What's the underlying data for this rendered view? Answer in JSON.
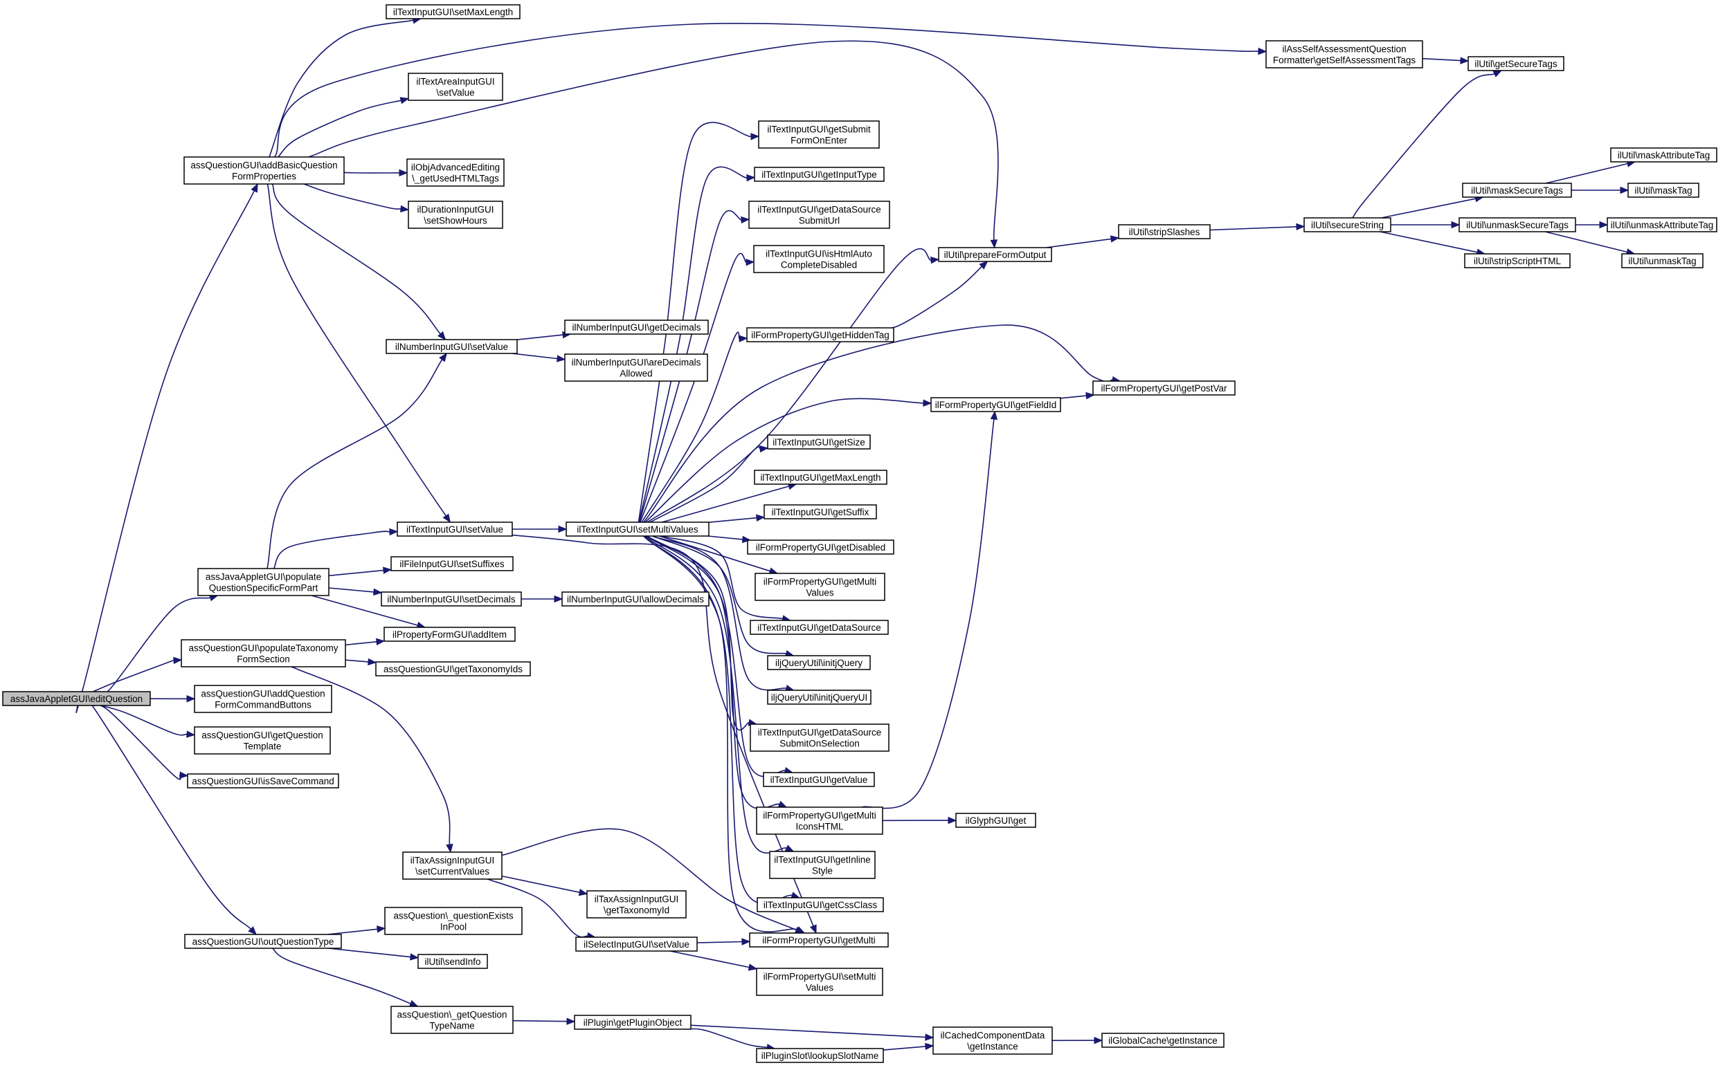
{
  "nodes": [
    {
      "id": "n0",
      "label": [
        "assJavaAppletGUI\\editQuestion"
      ],
      "root": true
    },
    {
      "id": "n1",
      "label": [
        "assQuestionGUI\\addBasicQuestion",
        "FormProperties"
      ]
    },
    {
      "id": "n2",
      "label": [
        "assJavaAppletGUI\\populate",
        "QuestionSpecificFormPart"
      ]
    },
    {
      "id": "n3",
      "label": [
        "assQuestionGUI\\populateTaxonomy",
        "FormSection"
      ]
    },
    {
      "id": "n4",
      "label": [
        "assQuestionGUI\\addQuestion",
        "FormCommandButtons"
      ]
    },
    {
      "id": "n5",
      "label": [
        "assQuestionGUI\\getQuestion",
        "Template"
      ]
    },
    {
      "id": "n6",
      "label": [
        "assQuestionGUI\\isSaveCommand"
      ]
    },
    {
      "id": "n7",
      "label": [
        "assQuestionGUI\\outQuestionType"
      ]
    },
    {
      "id": "n8",
      "label": [
        "ilTextInputGUI\\setMaxLength"
      ]
    },
    {
      "id": "n9",
      "label": [
        "ilTextAreaInputGUI",
        "\\setValue"
      ]
    },
    {
      "id": "n10",
      "label": [
        "ilObjAdvancedEditing",
        "\\_getUsedHTMLTags"
      ]
    },
    {
      "id": "n11",
      "label": [
        "ilDurationInputGUI",
        "\\setShowHours"
      ]
    },
    {
      "id": "n12",
      "label": [
        "ilNumberInputGUI\\setValue"
      ]
    },
    {
      "id": "n13",
      "label": [
        "ilTextInputGUI\\setValue"
      ]
    },
    {
      "id": "n14",
      "label": [
        "ilFileInputGUI\\setSuffixes"
      ]
    },
    {
      "id": "n15",
      "label": [
        "ilNumberInputGUI\\setDecimals"
      ]
    },
    {
      "id": "n16",
      "label": [
        "ilPropertyFormGUI\\addItem"
      ]
    },
    {
      "id": "n17",
      "label": [
        "assQuestionGUI\\getTaxonomyIds"
      ]
    },
    {
      "id": "n18",
      "label": [
        "ilTaxAssignInputGUI",
        "\\setCurrentValues"
      ]
    },
    {
      "id": "n19",
      "label": [
        "assQuestion\\_questionExists",
        "InPool"
      ]
    },
    {
      "id": "n20",
      "label": [
        "ilUtil\\sendInfo"
      ]
    },
    {
      "id": "n21",
      "label": [
        "assQuestion\\_getQuestion",
        "TypeName"
      ]
    },
    {
      "id": "n22",
      "label": [
        "ilNumberInputGUI\\getDecimals"
      ]
    },
    {
      "id": "n23",
      "label": [
        "ilNumberInputGUI\\areDecimals",
        "Allowed"
      ]
    },
    {
      "id": "n24",
      "label": [
        "ilTextInputGUI\\setMultiValues"
      ]
    },
    {
      "id": "n25",
      "label": [
        "ilNumberInputGUI\\allowDecimals"
      ]
    },
    {
      "id": "n26",
      "label": [
        "ilTaxAssignInputGUI",
        "\\getTaxonomyId"
      ]
    },
    {
      "id": "n27",
      "label": [
        "ilSelectInputGUI\\setValue"
      ]
    },
    {
      "id": "n28",
      "label": [
        "ilPlugin\\getPluginObject"
      ]
    },
    {
      "id": "n29",
      "label": [
        "ilPluginSlot\\lookupSlotName"
      ]
    },
    {
      "id": "n30",
      "label": [
        "ilTextInputGUI\\getSubmit",
        "FormOnEnter"
      ]
    },
    {
      "id": "n31",
      "label": [
        "ilTextInputGUI\\getInputType"
      ]
    },
    {
      "id": "n32",
      "label": [
        "ilTextInputGUI\\getDataSource",
        "SubmitUrl"
      ]
    },
    {
      "id": "n33",
      "label": [
        "ilTextInputGUI\\isHtmlAuto",
        "CompleteDisabled"
      ]
    },
    {
      "id": "n34",
      "label": [
        "ilFormPropertyGUI\\getHiddenTag"
      ]
    },
    {
      "id": "n35",
      "label": [
        "ilTextInputGUI\\getSize"
      ]
    },
    {
      "id": "n36",
      "label": [
        "ilTextInputGUI\\getMaxLength"
      ]
    },
    {
      "id": "n37",
      "label": [
        "ilTextInputGUI\\getSuffix"
      ]
    },
    {
      "id": "n38",
      "label": [
        "ilFormPropertyGUI\\getDisabled"
      ]
    },
    {
      "id": "n39",
      "label": [
        "ilFormPropertyGUI\\getMulti",
        "Values"
      ]
    },
    {
      "id": "n40",
      "label": [
        "ilTextInputGUI\\getDataSource"
      ]
    },
    {
      "id": "n41",
      "label": [
        "iljQueryUtil\\initjQuery"
      ]
    },
    {
      "id": "n42",
      "label": [
        "iljQueryUtil\\initjQueryUI"
      ]
    },
    {
      "id": "n43",
      "label": [
        "ilTextInputGUI\\getDataSource",
        "SubmitOnSelection"
      ]
    },
    {
      "id": "n44",
      "label": [
        "ilTextInputGUI\\getValue"
      ]
    },
    {
      "id": "n45",
      "label": [
        "ilFormPropertyGUI\\getMulti",
        "IconsHTML"
      ]
    },
    {
      "id": "n46",
      "label": [
        "ilTextInputGUI\\getInline",
        "Style"
      ]
    },
    {
      "id": "n47",
      "label": [
        "ilTextInputGUI\\getCssClass"
      ]
    },
    {
      "id": "n48",
      "label": [
        "ilFormPropertyGUI\\getMulti"
      ]
    },
    {
      "id": "n49",
      "label": [
        "ilFormPropertyGUI\\setMulti",
        "Values"
      ]
    },
    {
      "id": "n50",
      "label": [
        "ilUtil\\prepareFormOutput"
      ]
    },
    {
      "id": "n51",
      "label": [
        "ilFormPropertyGUI\\getFieldId"
      ]
    },
    {
      "id": "n52",
      "label": [
        "ilGlyphGUI\\get"
      ]
    },
    {
      "id": "n53",
      "label": [
        "ilCachedComponentData",
        "\\getInstance"
      ]
    },
    {
      "id": "n54",
      "label": [
        "ilAssSelfAssessmentQuestion",
        "Formatter\\getSelfAssessmentTags"
      ]
    },
    {
      "id": "n55",
      "label": [
        "ilUtil\\stripSlashes"
      ]
    },
    {
      "id": "n56",
      "label": [
        "ilFormPropertyGUI\\getPostVar"
      ]
    },
    {
      "id": "n57",
      "label": [
        "ilGlobalCache\\getInstance"
      ]
    },
    {
      "id": "n58",
      "label": [
        "ilUtil\\getSecureTags"
      ]
    },
    {
      "id": "n59",
      "label": [
        "ilUtil\\secureString"
      ]
    },
    {
      "id": "n60",
      "label": [
        "ilUtil\\maskSecureTags"
      ]
    },
    {
      "id": "n61",
      "label": [
        "ilUtil\\unmaskSecureTags"
      ]
    },
    {
      "id": "n62",
      "label": [
        "ilUtil\\stripScriptHTML"
      ]
    },
    {
      "id": "n63",
      "label": [
        "ilUtil\\maskAttributeTag"
      ]
    },
    {
      "id": "n64",
      "label": [
        "ilUtil\\maskTag"
      ]
    },
    {
      "id": "n65",
      "label": [
        "ilUtil\\unmaskAttributeTag"
      ]
    },
    {
      "id": "n66",
      "label": [
        "ilUtil\\unmaskTag"
      ]
    }
  ],
  "edges": [
    [
      "n0",
      "n1"
    ],
    [
      "n0",
      "n2"
    ],
    [
      "n0",
      "n3"
    ],
    [
      "n0",
      "n4"
    ],
    [
      "n0",
      "n5"
    ],
    [
      "n0",
      "n6"
    ],
    [
      "n0",
      "n7"
    ],
    [
      "n1",
      "n8"
    ],
    [
      "n1",
      "n54"
    ],
    [
      "n1",
      "n9"
    ],
    [
      "n1",
      "n10"
    ],
    [
      "n1",
      "n11"
    ],
    [
      "n1",
      "n50"
    ],
    [
      "n1",
      "n12"
    ],
    [
      "n1",
      "n13"
    ],
    [
      "n2",
      "n12"
    ],
    [
      "n2",
      "n13"
    ],
    [
      "n2",
      "n14"
    ],
    [
      "n2",
      "n15"
    ],
    [
      "n2",
      "n16"
    ],
    [
      "n3",
      "n16"
    ],
    [
      "n3",
      "n17"
    ],
    [
      "n3",
      "n18"
    ],
    [
      "n7",
      "n19"
    ],
    [
      "n7",
      "n20"
    ],
    [
      "n7",
      "n21"
    ],
    [
      "n12",
      "n22"
    ],
    [
      "n12",
      "n23"
    ],
    [
      "n13",
      "n24"
    ],
    [
      "n13",
      "n48"
    ],
    [
      "n15",
      "n25"
    ],
    [
      "n18",
      "n26"
    ],
    [
      "n18",
      "n27"
    ],
    [
      "n18",
      "n48"
    ],
    [
      "n21",
      "n28"
    ],
    [
      "n24",
      "n30"
    ],
    [
      "n24",
      "n31"
    ],
    [
      "n24",
      "n32"
    ],
    [
      "n24",
      "n33"
    ],
    [
      "n24",
      "n34"
    ],
    [
      "n24",
      "n56"
    ],
    [
      "n24",
      "n51"
    ],
    [
      "n24",
      "n35"
    ],
    [
      "n24",
      "n36"
    ],
    [
      "n24",
      "n37"
    ],
    [
      "n24",
      "n38"
    ],
    [
      "n24",
      "n39"
    ],
    [
      "n24",
      "n40"
    ],
    [
      "n24",
      "n41"
    ],
    [
      "n24",
      "n42"
    ],
    [
      "n24",
      "n43"
    ],
    [
      "n24",
      "n44"
    ],
    [
      "n24",
      "n45"
    ],
    [
      "n24",
      "n46"
    ],
    [
      "n24",
      "n47"
    ],
    [
      "n24",
      "n48"
    ],
    [
      "n24",
      "n50"
    ],
    [
      "n27",
      "n48"
    ],
    [
      "n27",
      "n49"
    ],
    [
      "n28",
      "n29"
    ],
    [
      "n28",
      "n53"
    ],
    [
      "n29",
      "n53"
    ],
    [
      "n34",
      "n50"
    ],
    [
      "n45",
      "n52"
    ],
    [
      "n45",
      "n51"
    ],
    [
      "n50",
      "n55"
    ],
    [
      "n51",
      "n56"
    ],
    [
      "n53",
      "n57"
    ],
    [
      "n54",
      "n58"
    ],
    [
      "n55",
      "n59"
    ],
    [
      "n59",
      "n58"
    ],
    [
      "n59",
      "n60"
    ],
    [
      "n59",
      "n61"
    ],
    [
      "n59",
      "n62"
    ],
    [
      "n60",
      "n63"
    ],
    [
      "n60",
      "n64"
    ],
    [
      "n61",
      "n65"
    ],
    [
      "n61",
      "n66"
    ]
  ]
}
